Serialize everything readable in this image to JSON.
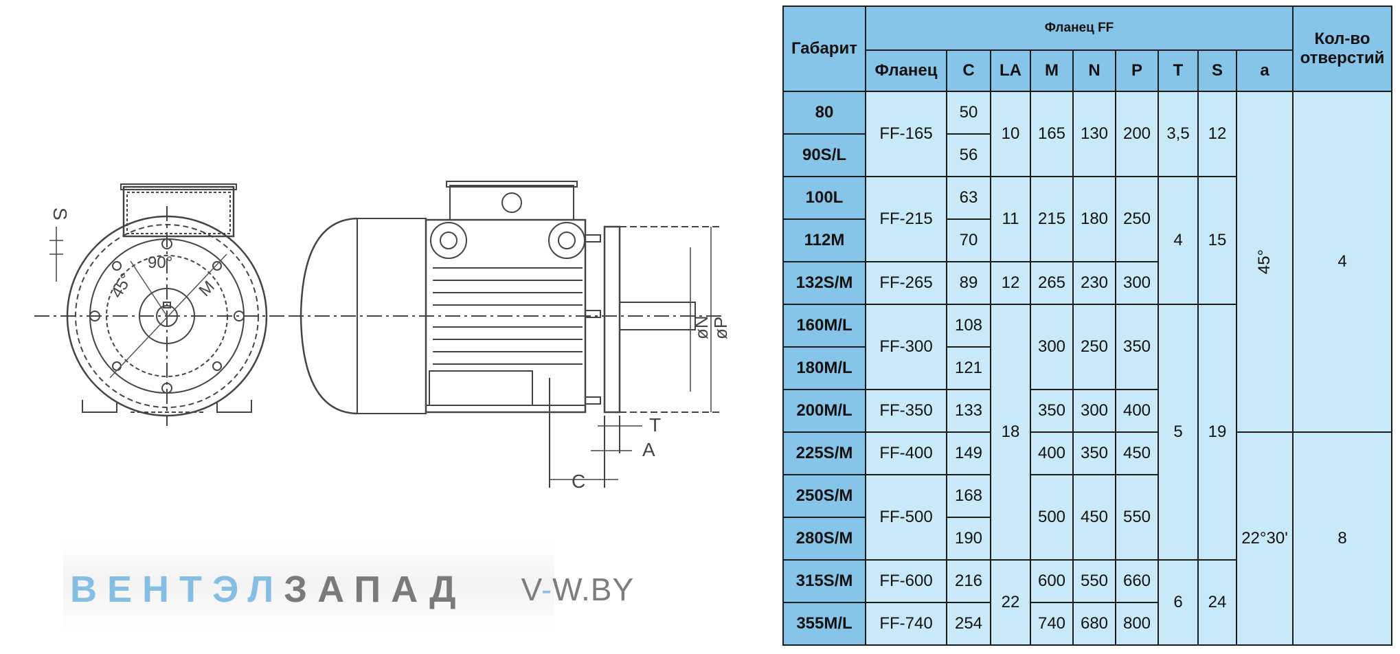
{
  "drawing": {
    "labels": {
      "s": "S",
      "deg45": "45°",
      "deg90": "90°",
      "m": "M",
      "t": "T",
      "a": "A",
      "c": "C",
      "n": "øN",
      "p": "øP"
    }
  },
  "logo": {
    "part1": "ВЕНТЭЛ",
    "part2": "ЗАПАД",
    "site_v": "V",
    "site_dash": "-",
    "site_rest": "W.BY"
  },
  "table": {
    "headers": {
      "gabarit": "Габарит",
      "flange_ff": "Фланец FF",
      "holes": "Кол-во отверстий",
      "flange": "Фланец",
      "c": "C",
      "la": "LA",
      "m": "M",
      "n": "N",
      "p": "P",
      "t": "T",
      "s": "S",
      "a": "a"
    },
    "sizes": [
      "80",
      "90S/L",
      "100L",
      "112M",
      "132S/M",
      "160M/L",
      "180M/L",
      "200M/L",
      "225S/M",
      "250S/M",
      "280S/M",
      "315S/M",
      "355M/L"
    ],
    "flanges": [
      "FF-165",
      "FF-215",
      "FF-265",
      "FF-300",
      "FF-350",
      "FF-400",
      "FF-500",
      "FF-600",
      "FF-740"
    ],
    "c_values": [
      "50",
      "56",
      "63",
      "70",
      "89",
      "108",
      "121",
      "133",
      "149",
      "168",
      "190",
      "216",
      "254"
    ],
    "la_values": [
      "10",
      "11",
      "12",
      "18",
      "22"
    ],
    "m_values": [
      "165",
      "215",
      "265",
      "300",
      "350",
      "400",
      "500",
      "600",
      "740"
    ],
    "n_values": [
      "130",
      "180",
      "230",
      "250",
      "300",
      "350",
      "450",
      "550",
      "680"
    ],
    "p_values": [
      "200",
      "250",
      "300",
      "350",
      "400",
      "450",
      "550",
      "660",
      "800"
    ],
    "t_values": [
      "3,5",
      "4",
      "5",
      "6"
    ],
    "s_values": [
      "12",
      "15",
      "19",
      "24"
    ],
    "a_values": [
      "45°",
      "22°30'"
    ],
    "holes_values": [
      "4",
      "8"
    ]
  }
}
